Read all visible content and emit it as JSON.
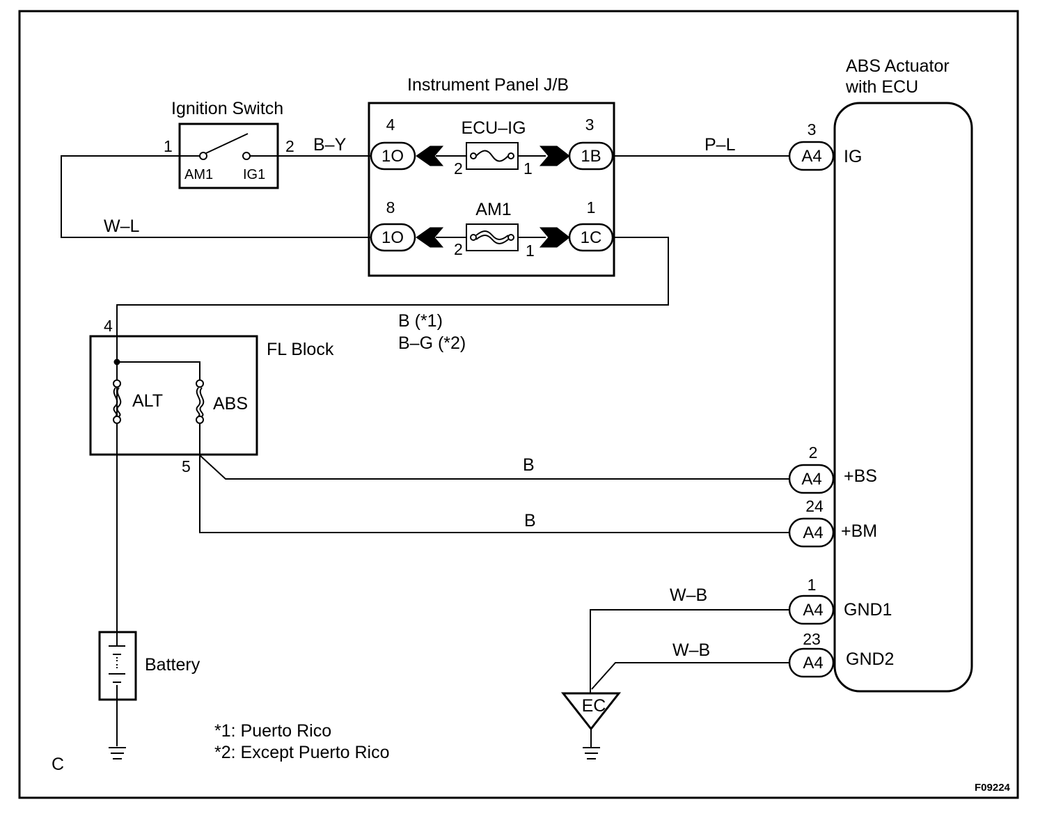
{
  "corner_letter": "C",
  "figure_id": "F09224",
  "components": {
    "ignition_switch": {
      "title": "Ignition Switch",
      "pin_in": "1",
      "pin_out": "2",
      "contact_left": "AM1",
      "contact_right": "IG1"
    },
    "junction_block": {
      "title": "Instrument Panel J/B",
      "fuse_top": {
        "name": "ECU–IG",
        "left_conn": "1O",
        "left_conn_pin": "4",
        "right_conn": "1B",
        "right_conn_pin": "3",
        "fuse_pin_left": "2",
        "fuse_pin_right": "1"
      },
      "fuse_bottom": {
        "name": "AM1",
        "left_conn": "1O",
        "left_conn_pin": "8",
        "right_conn": "1C",
        "right_conn_pin": "1",
        "fuse_pin_left": "2",
        "fuse_pin_right": "1"
      }
    },
    "fl_block": {
      "title": "FL Block",
      "fuse_left": "ALT",
      "fuse_right": "ABS",
      "pin_in": "4",
      "pin_out": "5"
    },
    "battery": {
      "title": "Battery"
    },
    "actuator": {
      "title_line1": "ABS Actuator",
      "title_line2": "with ECU",
      "terminals": [
        {
          "pin": "3",
          "connector": "A4",
          "name": "IG"
        },
        {
          "pin": "2",
          "connector": "A4",
          "name": "+BS"
        },
        {
          "pin": "24",
          "connector": "A4",
          "name": "+BM"
        },
        {
          "pin": "1",
          "connector": "A4",
          "name": "GND1"
        },
        {
          "pin": "23",
          "connector": "A4",
          "name": "GND2"
        }
      ]
    },
    "ground_point": {
      "name": "EC"
    }
  },
  "wires": {
    "ign_to_jb": "B–Y",
    "jb_to_ig": "P–L",
    "am1_feed": "W–L",
    "fl_to_jb_line1": "B (*1)",
    "fl_to_jb_line2": "B–G (*2)",
    "to_bs": "B",
    "to_bm": "B",
    "gnd1": "W–B",
    "gnd2": "W–B"
  },
  "notes": [
    "*1: Puerto Rico",
    "*2: Except Puerto Rico"
  ]
}
